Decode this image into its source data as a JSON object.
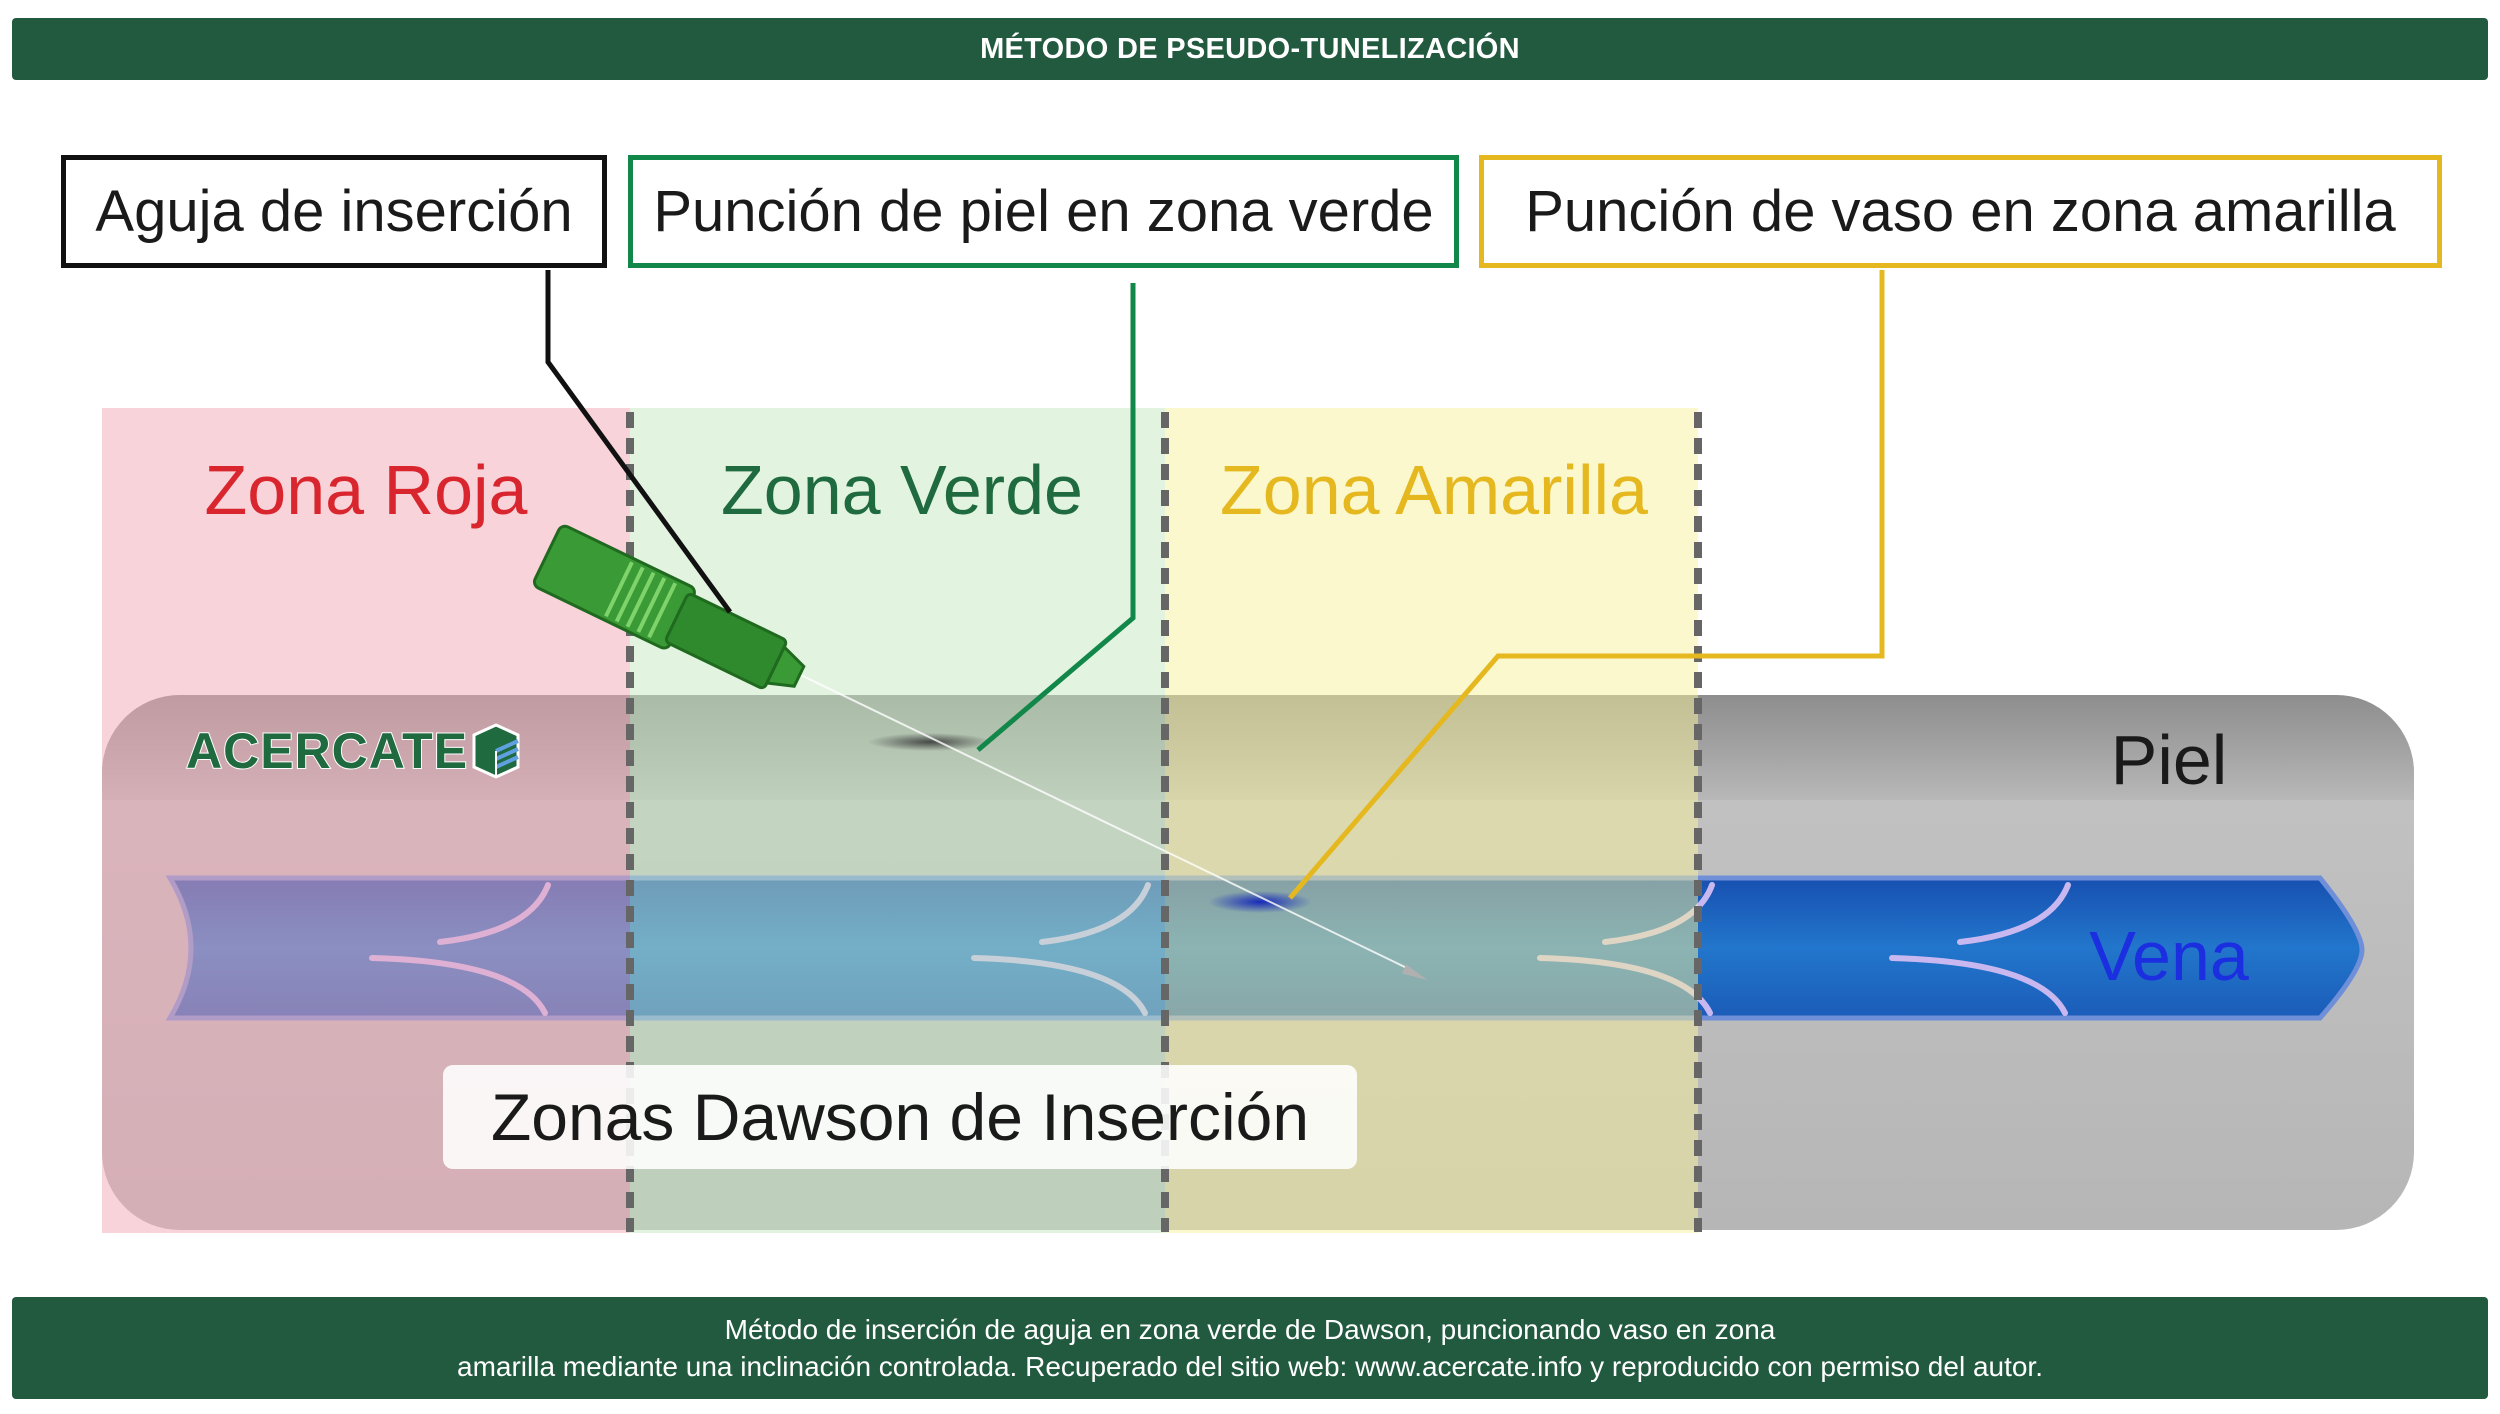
{
  "header": {
    "title": "MÉTODO DE PSEUDO-TUNELIZACIÓN"
  },
  "callouts": {
    "needle": "Aguja de inserción",
    "skin_puncture": "Punción de piel en zona verde",
    "vessel_puncture": "Punción de vaso en zona amarilla"
  },
  "zones": {
    "red": "Zona Roja",
    "green": "Zona Verde",
    "yellow": "Zona Amarilla"
  },
  "layers": {
    "skin": "Piel",
    "vein": "Vena"
  },
  "logo": {
    "text": "ACERCATE"
  },
  "diagram_label": "Zonas Dawson de Inserción",
  "footer": {
    "line1": "Método de inserción de aguja en zona verde de Dawson, puncionando vaso en zona",
    "line2": "amarilla mediante una inclinación controlada. Recuperado del sitio web: www.acercate.info y reproducido con permiso del autor."
  },
  "colors": {
    "banner": "#225a40",
    "zone_red": "#d9262e",
    "zone_green": "#1f6a3f",
    "zone_yellow": "#e6b820",
    "vein_label": "#1b2ee0",
    "callout_needle_border": "#111111",
    "callout_skin_border": "#12874a",
    "callout_vessel_border": "#e6b820"
  }
}
